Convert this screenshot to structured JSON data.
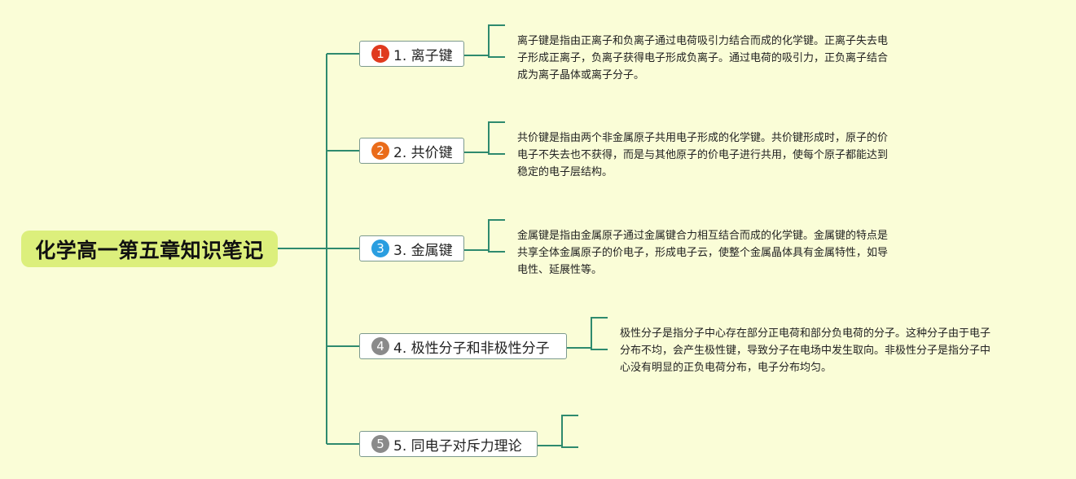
{
  "title": "化学高一第五章知识笔记",
  "colors": {
    "background": "#fafdd7",
    "root_fill": "#dcef7c",
    "connector": "#2e8a6e",
    "node_border": "#7c9a8e",
    "badge_red": "#e03a1e",
    "badge_orange": "#ea6c1a",
    "badge_blue": "#2a9ee0",
    "badge_gray": "#8a8a8a"
  },
  "topics": [
    {
      "number": "1",
      "label": "1. 离子键",
      "badge_color": "#e03a1e",
      "lines": [
        "离子键是指由正离子和负离子通过电荷吸引力结合而成的化学键。正离子失去电",
        "子形成正离子，负离子获得电子形成负离子。通过电荷的吸引力，正负离子结合",
        "成为离子晶体或离子分子。"
      ]
    },
    {
      "number": "2",
      "label": "2. 共价键",
      "badge_color": "#ea6c1a",
      "lines": [
        "共价键是指由两个非金属原子共用电子形成的化学键。共价键形成时，原子的价",
        "电子不失去也不获得，而是与其他原子的价电子进行共用，使每个原子都能达到",
        "稳定的电子层结构。"
      ]
    },
    {
      "number": "3",
      "label": "3. 金属键",
      "badge_color": "#2a9ee0",
      "lines": [
        "金属键是指由金属原子通过金属键合力相互结合而成的化学键。金属键的特点是",
        "共享全体金属原子的价电子，形成电子云，使整个金属晶体具有金属特性，如导",
        "电性、延展性等。"
      ]
    },
    {
      "number": "4",
      "label": "4. 极性分子和非极性分子",
      "badge_color": "#8a8a8a",
      "lines": [
        "极性分子是指分子中心存在部分正电荷和部分负电荷的分子。这种分子由于电子",
        "分布不均，会产生极性键，导致分子在电场中发生取向。非极性分子是指分子中",
        "心没有明显的正负电荷分布，电子分布均匀。"
      ]
    },
    {
      "number": "5",
      "label": "5. 同电子对斥力理论",
      "badge_color": "#8a8a8a",
      "lines": []
    }
  ]
}
